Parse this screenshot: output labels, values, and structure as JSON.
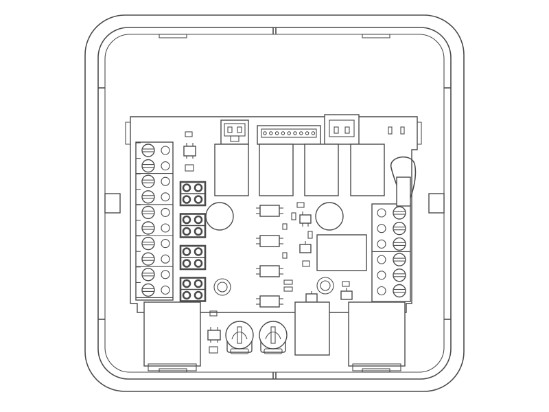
{
  "title": "",
  "colors": {
    "line": "#4a4a4a",
    "background": "#ffffff"
  },
  "components": {
    "terminal_left_count": 10,
    "terminal_right_count": 6,
    "jumper_blocks": 4,
    "relays": 4,
    "optocouplers": 4,
    "capacitors": 2
  }
}
